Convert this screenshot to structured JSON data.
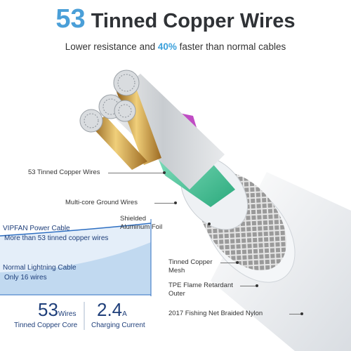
{
  "headline": {
    "number": "53",
    "text": "Tinned Copper Wires"
  },
  "subline": {
    "before": "Lower resistance and ",
    "highlight": "40%",
    "after": " faster than normal cables"
  },
  "callouts": {
    "copper_wires": "53 Tinned Copper Wires",
    "ground_wires": "Multi-core Ground Wires",
    "foil_line1": "Shielded",
    "foil_line2": "Aluminum Foil",
    "mesh_line1": "Tinned Copper",
    "mesh_line2": "Mesh",
    "outer_line1": "TPE Flame Retardant",
    "outer_line2": "Outer",
    "braid": "2017 Fishing Net Braided Nylon"
  },
  "comparison": {
    "vipfan_title": "VIPFAN Power Cable",
    "vipfan_sub": "More than 53 tinned copper wires",
    "normal_title": "Normal Lightning Cable",
    "normal_sub": "Only 16 wires"
  },
  "stats": {
    "wires_value": "53",
    "wires_unit": "Wires",
    "wires_caption": "Tinned Copper Core",
    "current_value": "2.4",
    "current_unit": "A",
    "current_caption": "Charging Current"
  },
  "colors": {
    "accent": "#4a9fd8",
    "navy": "#1f3f7a",
    "copper": "#c9a24a",
    "green": "#3fbf8f"
  }
}
